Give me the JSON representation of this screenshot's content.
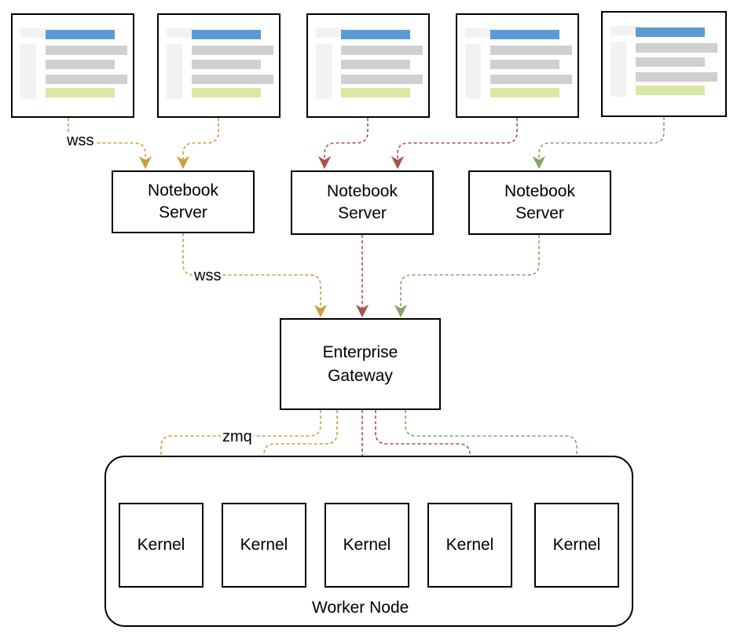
{
  "colors": {
    "gold": "#c8a13f",
    "red": "#a8524d",
    "green": "#86a368",
    "tab_blue": "#5b9bd5",
    "line_gray": "#d0d0d0",
    "run_green": "#d9e8a5"
  },
  "icons": [
    "browser-window-icon"
  ],
  "notebook_servers": [
    {
      "label": "Notebook\nServer"
    },
    {
      "label": "Notebook\nServer"
    },
    {
      "label": "Notebook\nServer"
    }
  ],
  "gateway": {
    "label": "Enterprise\nGateway"
  },
  "kernels": [
    {
      "label": "Kernel"
    },
    {
      "label": "Kernel"
    },
    {
      "label": "Kernel"
    },
    {
      "label": "Kernel"
    },
    {
      "label": "Kernel"
    }
  ],
  "worker_node": {
    "label": "Worker Node"
  },
  "edge_labels": {
    "client_protocol": "wss",
    "server_protocol": "wss",
    "kernel_protocol": "zmq"
  }
}
